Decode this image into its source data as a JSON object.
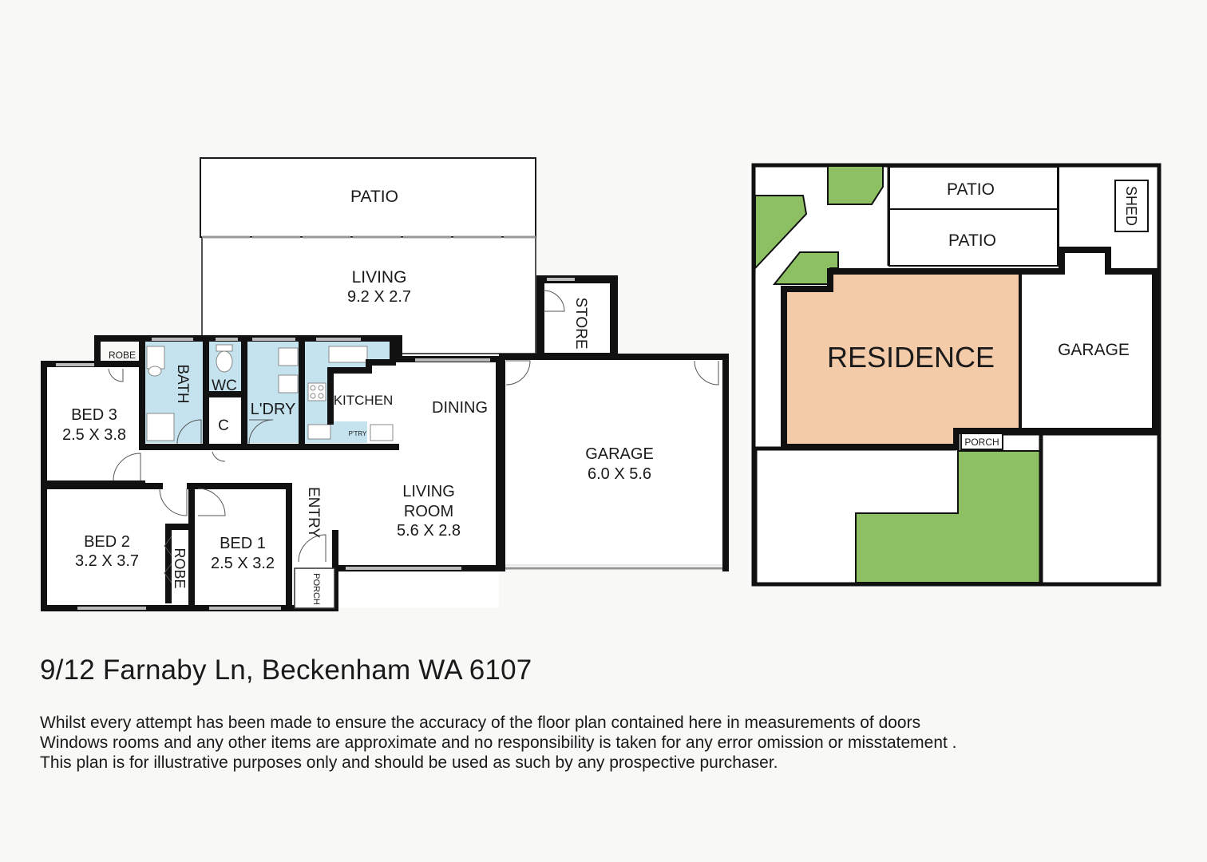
{
  "floor_plan": {
    "rooms": {
      "patio": "PATIO",
      "living_name": "LIVING",
      "living_size": "9.2 X 2.7",
      "store": "STORE",
      "robe_top": "ROBE",
      "bath": "BATH",
      "wc": "WC",
      "laundry": "L'DRY",
      "cupboard": "C",
      "kitchen": "KITCHEN",
      "pantry": "P'TRY",
      "dining": "DINING",
      "bed3_name": "BED 3",
      "bed3_size": "2.5 X 3.8",
      "bed2_name": "BED 2",
      "bed2_size": "3.2 X 3.7",
      "robe_side": "ROBE",
      "bed1_name": "BED 1",
      "bed1_size": "2.5 X 3.2",
      "entry": "ENTRY",
      "porch": "PORCH",
      "living_room_line1": "LIVING",
      "living_room_line2": "ROOM",
      "living_room_size": "5.6 X 2.8",
      "garage_name": "GARAGE",
      "garage_size": "6.0 X 5.6"
    }
  },
  "site_plan": {
    "patio_upper": "PATIO",
    "patio_lower": "PATIO",
    "shed": "SHED",
    "residence": "RESIDENCE",
    "garage": "GARAGE",
    "porch": "PORCH",
    "colors": {
      "residence_fill": "#f4cba9",
      "garden_fill": "#8cc063"
    }
  },
  "colors": {
    "wet_area_fill": "#c4e3ef",
    "wall": "#111111"
  },
  "address": "9/12 Farnaby Ln, Beckenham WA 6107",
  "disclaimer": [
    "Whilst every attempt has been made to ensure the accuracy of the floor plan contained here in measurements of doors",
    "Windows rooms and any other items are approximate and no responsibility is taken for any error omission or misstatement .",
    "This plan is for illustrative purposes only and should be used as such by any prospective purchaser."
  ]
}
